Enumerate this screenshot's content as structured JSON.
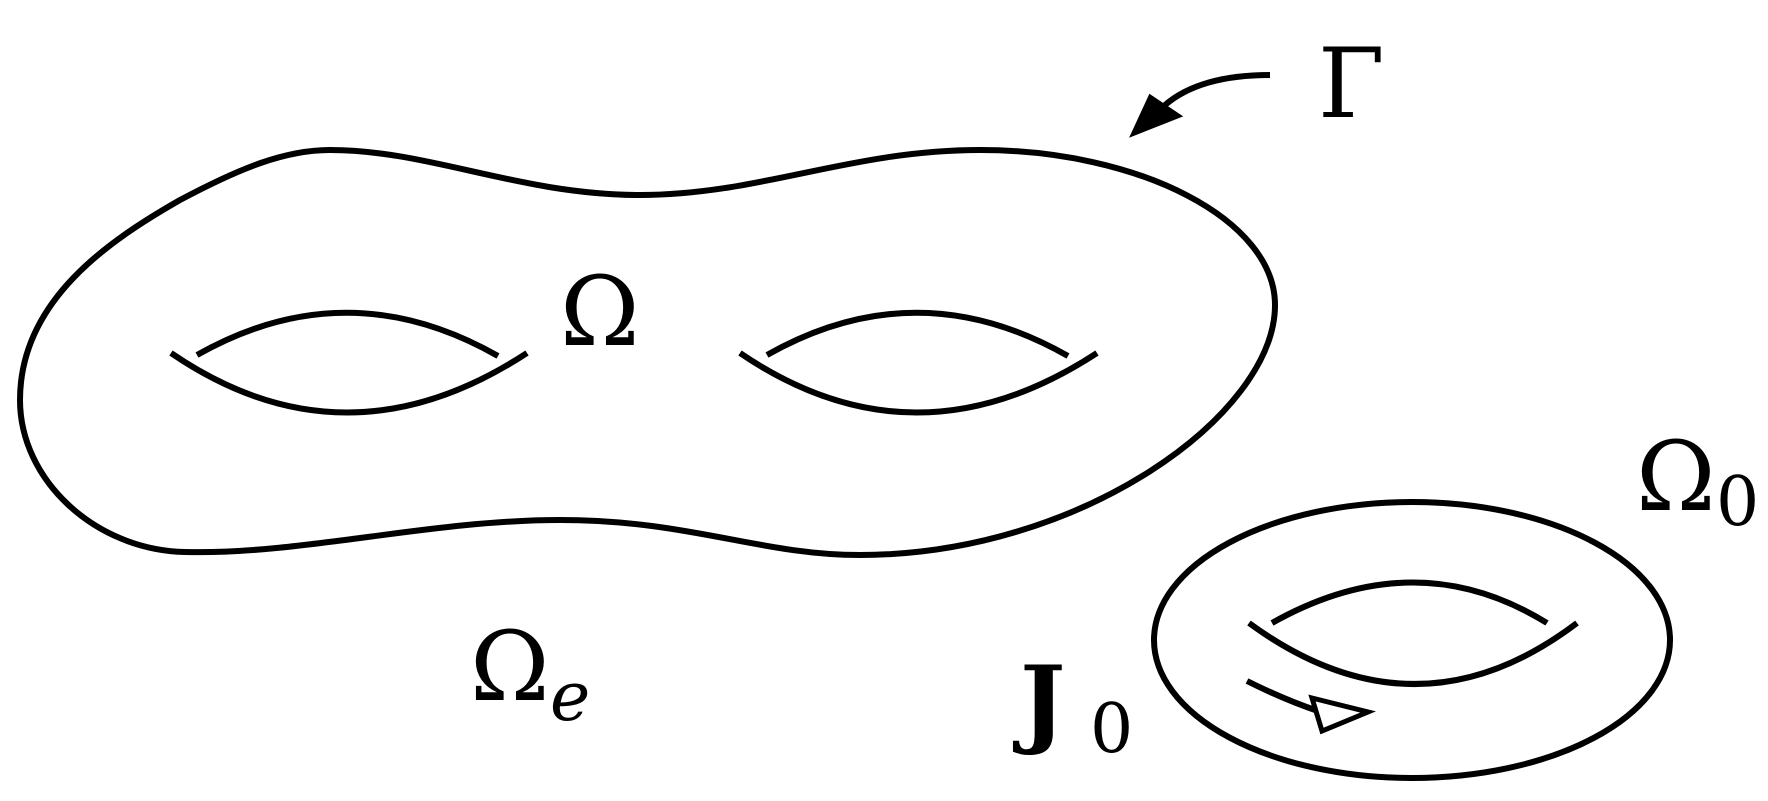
{
  "diagram": {
    "labels": {
      "boundary": "Γ",
      "domain": "Ω",
      "exterior": "Ω",
      "exterior_subscript": "e",
      "torus": "Ω",
      "torus_subscript": "0",
      "current": "J",
      "current_subscript": "0"
    }
  }
}
